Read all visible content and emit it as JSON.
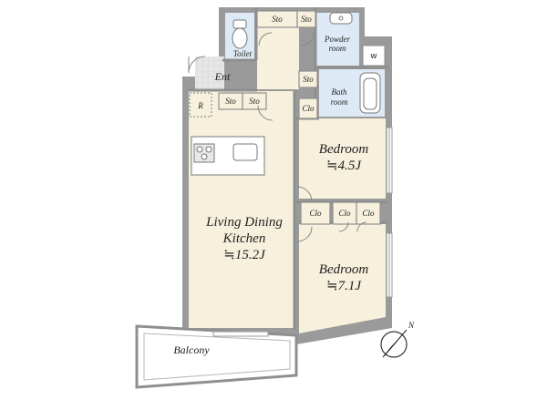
{
  "rooms": {
    "ldk_line1": "Living Dining",
    "ldk_line2": "Kitchen",
    "ldk_area": "≒15.2J",
    "bedroom1": "Bedroom",
    "bedroom1_area": "≒4.5J",
    "bedroom2": "Bedroom",
    "bedroom2_area": "≒7.1J",
    "balcony": "Balcony",
    "entrance": "Ent",
    "toilet": "Toilet",
    "powder_line1": "Powder",
    "powder_line2": "room",
    "bath_line1": "Bath",
    "bath_line2": "room"
  },
  "storage": {
    "sto": "Sto",
    "clo": "Clo",
    "refrigerator": "R",
    "washer": "W"
  },
  "compass": {
    "north": "N"
  },
  "colors": {
    "floor": "#f6f0dc",
    "wet_area": "#ddeaf5",
    "entry_tile": "#e4e4e4",
    "wall": "#8f8f8f",
    "storage": "#f6f0dc"
  }
}
